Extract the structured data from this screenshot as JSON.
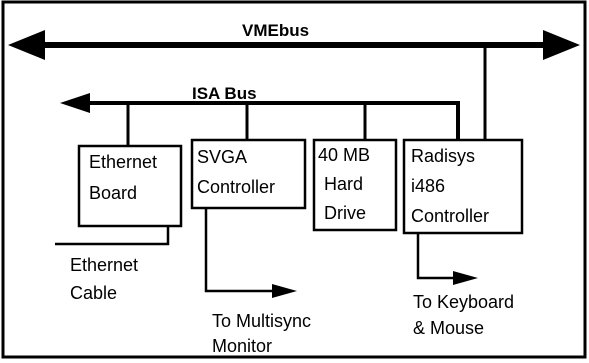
{
  "buses": {
    "vme": "VMEbus",
    "isa": "ISA Bus"
  },
  "boxes": {
    "ethernet_board": [
      "Ethernet",
      "Board"
    ],
    "svga_controller": [
      "SVGA",
      "Controller"
    ],
    "hard_drive": [
      "40 MB",
      "Hard",
      "Drive"
    ],
    "radisys_controller": [
      "Radisys",
      "i486",
      "Controller"
    ]
  },
  "outputs": {
    "ethernet_cable": [
      "Ethernet",
      "Cable"
    ],
    "multisync_monitor": [
      "To Multisync",
      "Monitor"
    ],
    "keyboard_mouse": [
      "To Keyboard",
      "& Mouse"
    ]
  },
  "colors": {
    "ink": "#000000",
    "background": "#ffffff"
  }
}
